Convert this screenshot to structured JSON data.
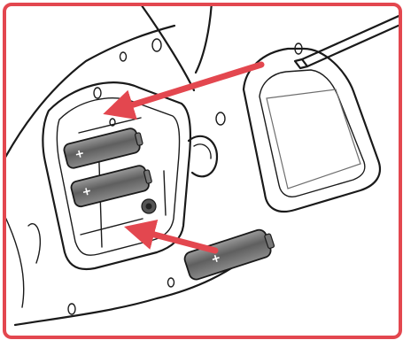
{
  "figure": {
    "kind": "instruction-illustration",
    "frame_color": "#e3474f",
    "arrow_color": "#e3474f",
    "line_color": "#1a1a1a",
    "battery_color": "#6f6f6f",
    "battery_polarity_symbol": "+",
    "batteries_installed": 2,
    "batteries_total": 3,
    "icons": [
      "device-back-outline",
      "battery-compartment",
      "aa-battery",
      "battery-cover",
      "screwdriver",
      "arrow"
    ]
  }
}
